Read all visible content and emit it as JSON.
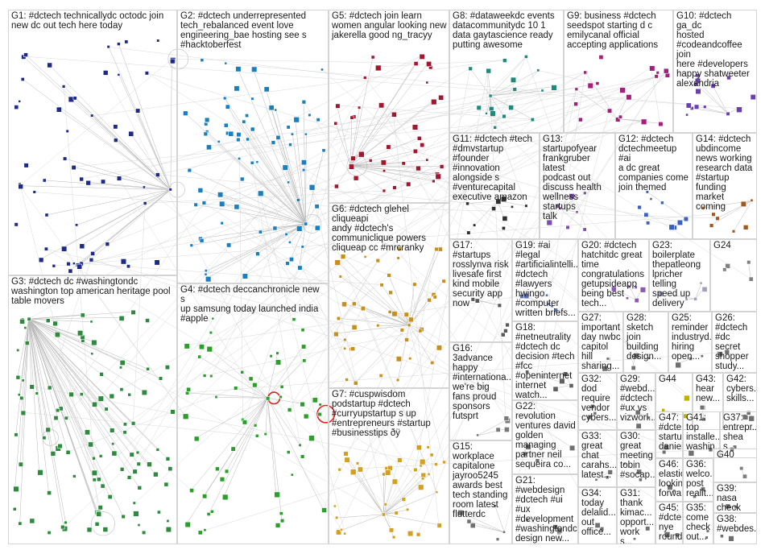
{
  "groups": [
    {
      "id": "G1",
      "label": "G1: #dctech technicallydc octodc join\nnew dc out tech here today",
      "color": "#1d2a8a"
    },
    {
      "id": "G2",
      "label": "G2: #dctech underrepresented\ntech_rebalanced event love\nengineering_bae hosting see s\n#hacktoberfest",
      "color": "#1a7fbf"
    },
    {
      "id": "G5",
      "label": "G5: #dctech join learn\nwomen angular looking new\njakerella good ng_tracyy",
      "color": "#a01830"
    },
    {
      "id": "G8",
      "label": "G8: #dataweekdc events\ndatacommunitydc 10 1\ndata gaytascience ready\nputting awesome",
      "color": "#1f8a7a"
    },
    {
      "id": "G9",
      "label": "G9: business #dctech\nseedspot starting d c\nemilycanal official\naccepting applications",
      "color": "#a0207a"
    },
    {
      "id": "G10",
      "label": "G10: #dctech ga_dc\nhosted\n#codeandcoffee join\nhere #developers\nhappy shatweeter\nalexandria",
      "color": "#6a3fb0"
    },
    {
      "id": "G3",
      "label": "G3: #dctech dc #washingtondc\nwashington top american heritage pool\ntable movers",
      "color": "#2e8b3e"
    },
    {
      "id": "G4",
      "label": "G4: #dctech deccanchronicle new s\nup samsung today launched india\n#apple",
      "color": "#2aa02a"
    },
    {
      "id": "G6",
      "label": "G6: #dctech glehel cliqueapi\nandy #dctech's\ncommuniclique powers\ncliqueap cc #mrcranky",
      "color": "#c8901a"
    },
    {
      "id": "G7",
      "label": "G7: #cuspwisdom\npodstartup #dctech\n#curryupstartup s up\n#entrepreneurs #startup\n#businesstips ðÿ",
      "color": "#d4a020"
    },
    {
      "id": "G11",
      "label": "G11: #dctech #tech\n#dmvstartup\n#founder #innovation\nalongside s\n#venturecapital\nexecutive amazon",
      "color": "#303030"
    },
    {
      "id": "G13",
      "label": "G13:\nstartupofyear\nfrankgruber latest\npodcast out\ndiscuss health\nwellness startups\ntalk",
      "color": "#7a4fb0"
    },
    {
      "id": "G12",
      "label": "G12: #dctech\ndctechmeetup #ai\na dc great\ncompanies come\njoin themed",
      "color": "#3a60c0"
    },
    {
      "id": "G14",
      "label": "G14: #dctech\nubdincome\nnews working\nresearch data\n#startup\nfunding market\ncoming",
      "color": "#a05a20"
    },
    {
      "id": "G17",
      "label": "G17: #startups\nrosslynva risk\nlivesafe first\nkind mobile\nsecurity app\nnow",
      "color": "#5a5a5a"
    },
    {
      "id": "G19",
      "label": "G19: #ai #legal\n#artificialintelli...\n#dctech\n#lawyers\nhwingo\n#computer\nwritten briefs...",
      "color": "#5a70b0"
    },
    {
      "id": "G20",
      "label": "G20: #dctech\nhatchitdc great\ntime\ncongratulations\ngetupsideapp\nbeing best tech...",
      "color": "#8a5ab0"
    },
    {
      "id": "G23",
      "label": "G23:\nboilerplate\nthepatleong\nlpricher telling\nspeed up\ndelivery",
      "color": "#a0a0c0"
    },
    {
      "id": "G24",
      "label": "G24",
      "color": "#808080"
    },
    {
      "id": "G18",
      "label": "G18:\n#netneutrality\n#dctech dc\ndecision #tech\n#fcc\n#openinternet\ninternet watch...",
      "color": "#606060"
    },
    {
      "id": "G27",
      "label": "G27:\nimportant\nday nwbc\ncapitol hill\nsharing...",
      "color": "#707070"
    },
    {
      "id": "G28",
      "label": "G28:\nsketch\njoin\nbuilding\ndesign...",
      "color": "#707070"
    },
    {
      "id": "G25",
      "label": "G25:\nreminder\nindustryd...\nhiring\nopen...",
      "color": "#707070"
    },
    {
      "id": "G26",
      "label": "G26:\n#dctech\n#dc secret\nshopper\nstudy...",
      "color": "#707070"
    },
    {
      "id": "G16",
      "label": "G16:\n3advance\nhappy\n#internationa...\nwe're big\nfans proud\nsponsors\nfutsprt",
      "color": "#7a7a7a"
    },
    {
      "id": "G32",
      "label": "G32:\ndod\nrequire\nvendor\ncybers...",
      "color": "#707070"
    },
    {
      "id": "G29",
      "label": "G29:\n#webd...\n#dctech\n#ux vs\nvizworl...",
      "color": "#707070"
    },
    {
      "id": "G44",
      "label": "G44",
      "color": "#c0b000"
    },
    {
      "id": "G43",
      "label": "G43:\nhear\nnew...",
      "color": "#707070"
    },
    {
      "id": "G42",
      "label": "G42:\ncybers...\nskills...",
      "color": "#707070"
    },
    {
      "id": "G22",
      "label": "G22: revolution\nventures david\ngolden\nmanaging\npartner neil\nsequeira co...",
      "color": "#707070"
    },
    {
      "id": "G33",
      "label": "G33:\ngreat\nchat\ncarahs...\nlatest...",
      "color": "#707070"
    },
    {
      "id": "G30",
      "label": "G30:\ngreat\nmeeting\ntobin\n#socap...",
      "color": "#707070"
    },
    {
      "id": "G47",
      "label": "G47:\n#dcte...\nstartup\ndaniel...",
      "color": "#707070"
    },
    {
      "id": "G41",
      "label": "G41: top\ninstalle...\nwashin...",
      "color": "#707070"
    },
    {
      "id": "G37",
      "label": "G37:\nentrepr...\nshea s...",
      "color": "#707070"
    },
    {
      "id": "G15",
      "label": "G15:\nworkplace\ncapitalone\njayroo5245\nawards best\ntech standing\nroom latest\nflutterdc",
      "color": "#707070"
    },
    {
      "id": "G46",
      "label": "G46:\nelastic\nlooking\nforwa...",
      "color": "#707070"
    },
    {
      "id": "G36",
      "label": "G36:\nwelco...\npost\nrealit...",
      "color": "#707070"
    },
    {
      "id": "G40",
      "label": "G40",
      "color": "#808080"
    },
    {
      "id": "G21",
      "label": "G21:\n#webdesign\n#dctech #ui #ux\n#development\n#washingtondc\ndesign new...",
      "color": "#707070"
    },
    {
      "id": "G34",
      "label": "G34:\ntoday\ndelalid...\nout\noffice...",
      "color": "#707070"
    },
    {
      "id": "G31",
      "label": "G31:\nthank\nkimac...\nopport...\nwork s...",
      "color": "#707070"
    },
    {
      "id": "G45",
      "label": "G45:\n#dcte...\nnye\nround",
      "color": "#707070"
    },
    {
      "id": "G35",
      "label": "G35:\ncome\ncheck\nout...",
      "color": "#707070"
    },
    {
      "id": "G39",
      "label": "G39: nasa\ncheck out\n#dctech",
      "color": "#707070"
    },
    {
      "id": "G38",
      "label": "G38:\n#webdes...",
      "color": "#707070"
    }
  ]
}
